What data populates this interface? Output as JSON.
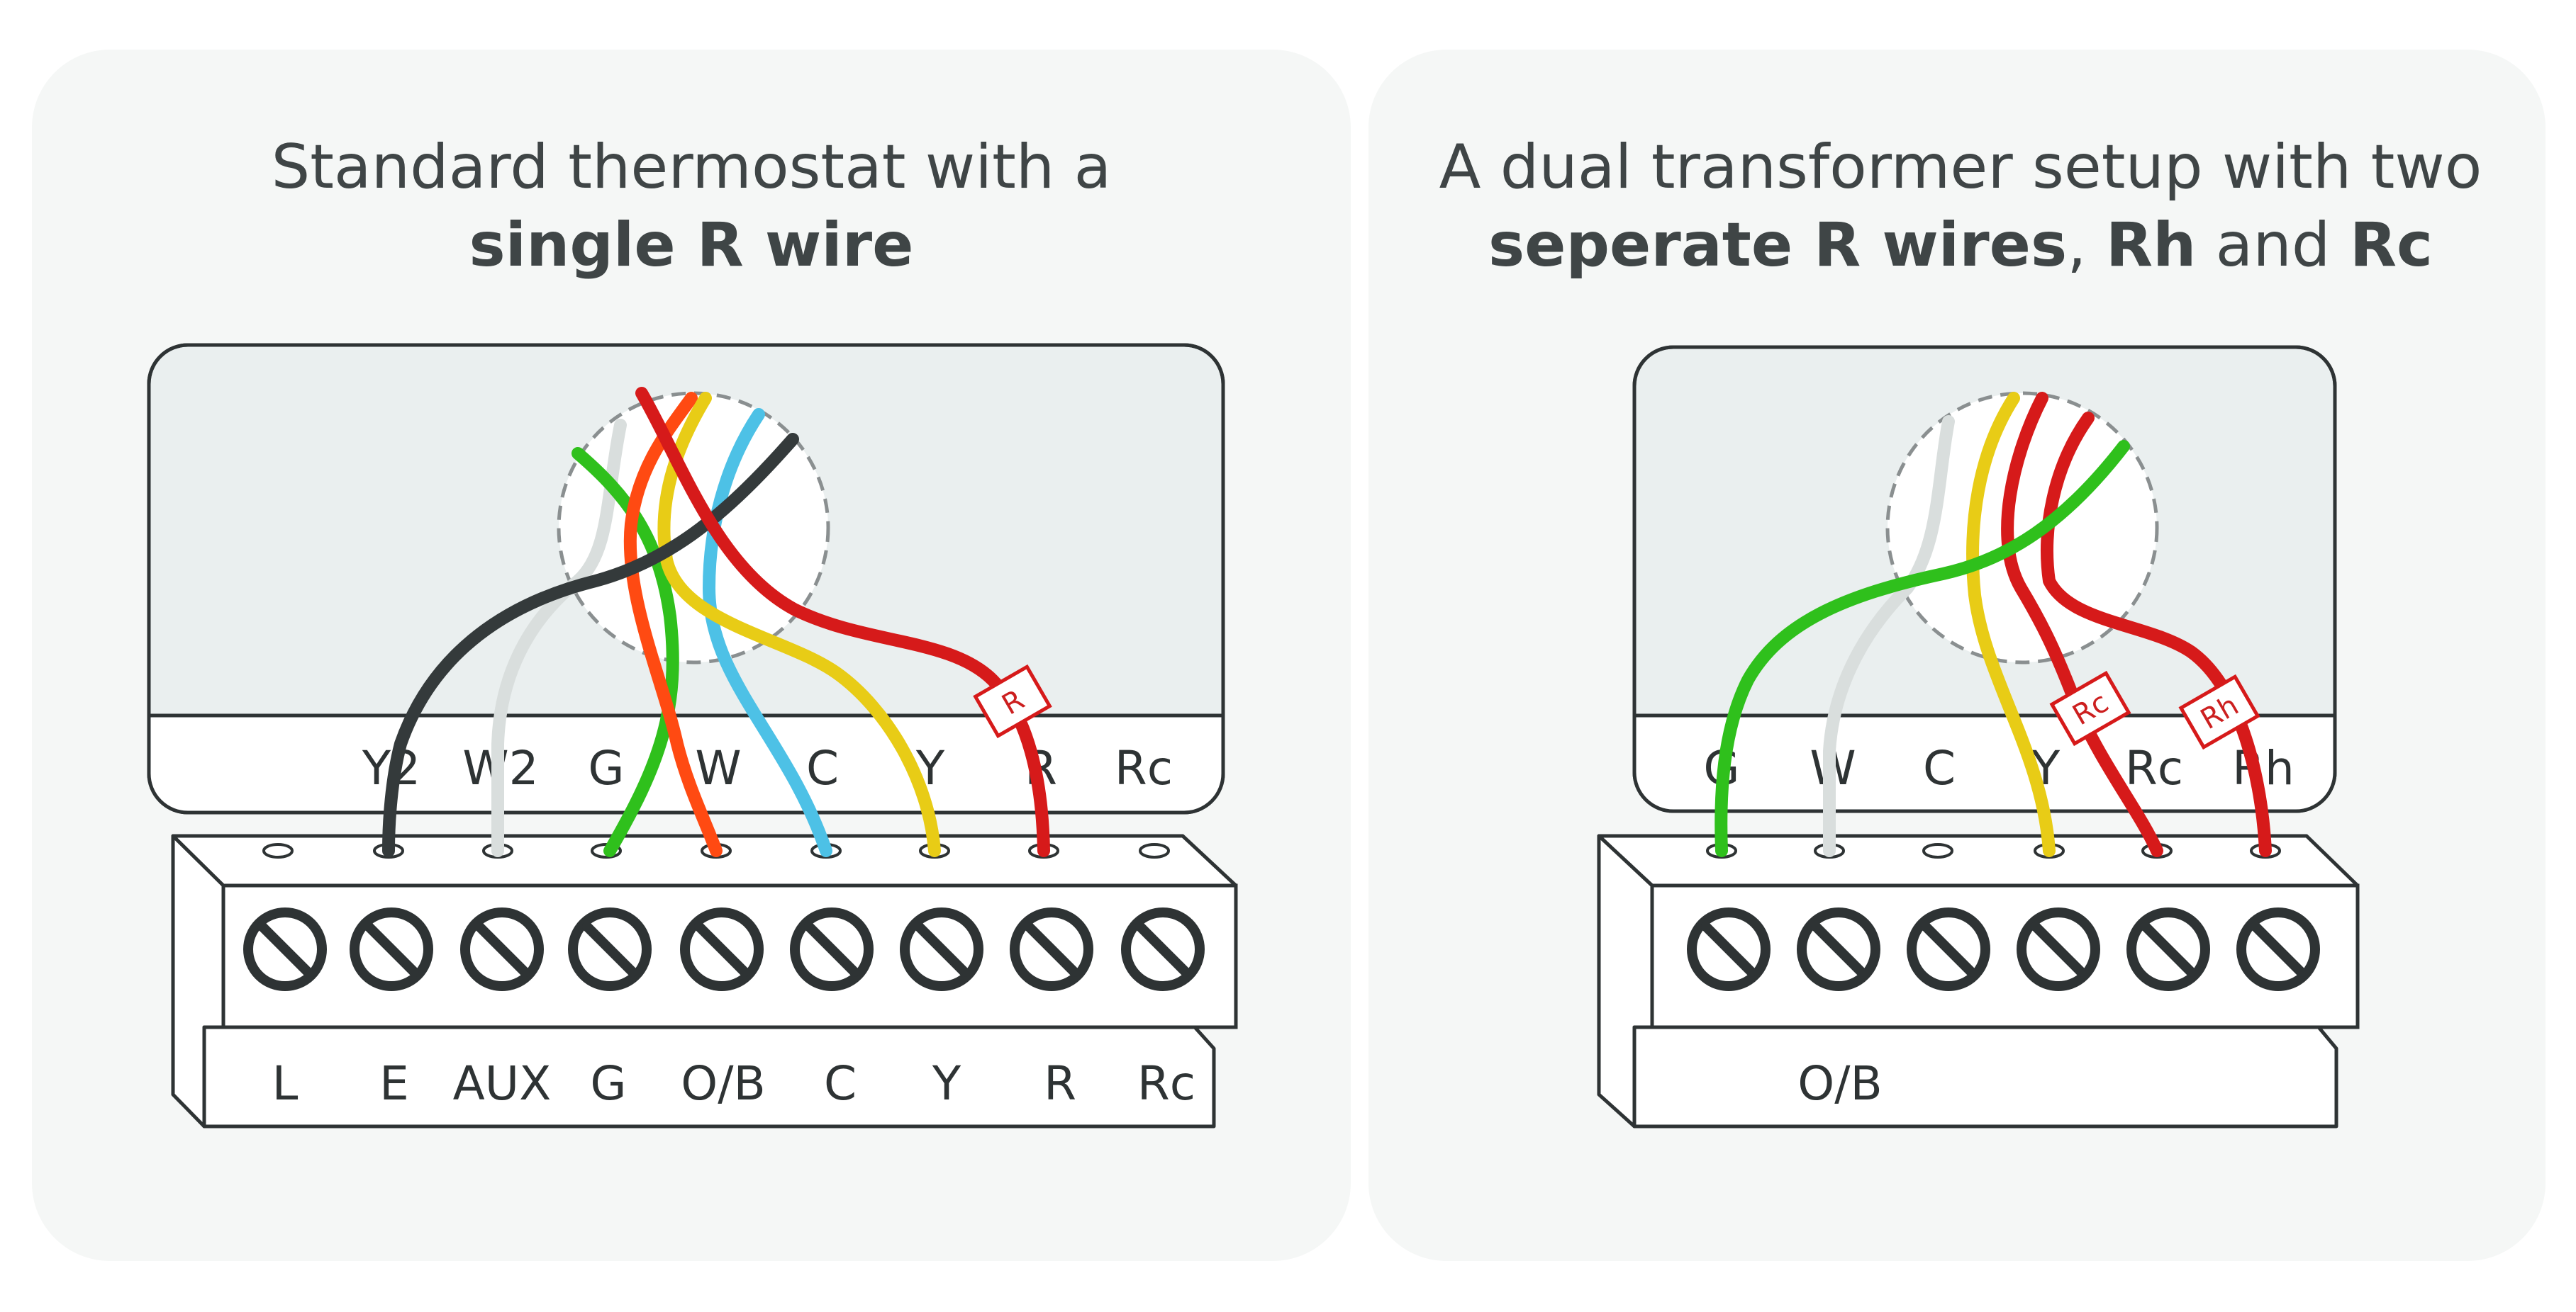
{
  "colors": {
    "panel_bg": "#f5f7f6",
    "thermostat_face": "#eaefef",
    "outline": "#2e3334",
    "title_text": "#3f4546",
    "wire_black": "#343a3b",
    "wire_white": "#d9dedd",
    "wire_green": "#2fc01c",
    "wire_orange": "#ff4a12",
    "wire_blue": "#4dc1e6",
    "wire_yellow": "#e8cc16",
    "wire_red": "#d61a1a"
  },
  "left_panel": {
    "title_line1": "Standard thermostat with a",
    "title_line2_bold": "single R wire",
    "thermostat_terminals": [
      "Y2",
      "W2",
      "G",
      "W",
      "C",
      "Y",
      "R",
      "Rc"
    ],
    "wire_tag": "R",
    "base_labels": [
      "L",
      "E",
      "AUX",
      "G",
      "O/B",
      "C",
      "Y",
      "R",
      "Rc"
    ]
  },
  "right_panel": {
    "title_line1": "A dual transformer setup with two",
    "title_line2_bold_1": "seperate R wires",
    "title_line2_sep_1": ", ",
    "title_line2_bold_2": "Rh",
    "title_line2_mid": " and ",
    "title_line2_bold_3": "Rc",
    "thermostat_terminals": [
      "G",
      "W",
      "C",
      "Y",
      "Rc",
      "Rh"
    ],
    "wire_tags": [
      "Rc",
      "Rh"
    ],
    "base_labels": [
      "O/B"
    ]
  }
}
